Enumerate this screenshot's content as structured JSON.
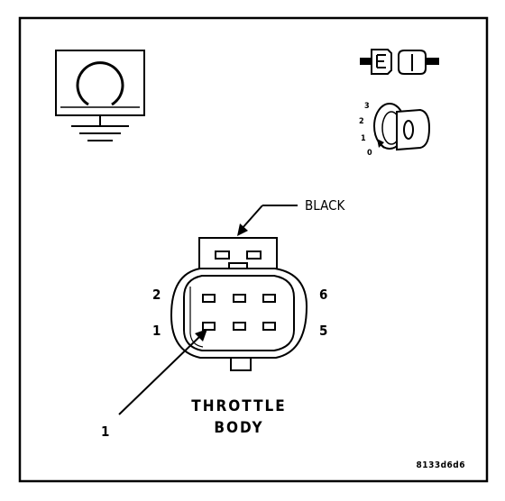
{
  "callout_color": "BLACK",
  "pins": {
    "p1": "1",
    "p2": "2",
    "p5": "5",
    "p6": "6"
  },
  "title_line1": "THROTTLE",
  "title_line2": "BODY",
  "callout_1": "1",
  "key_positions": {
    "k3": "3",
    "k2": "2",
    "k1": "1",
    "k0": "0"
  },
  "figure_code": "8133d6d6",
  "colors": {
    "line": "#000000",
    "background": "#ffffff"
  },
  "icons": [
    "oscilloscope-ground-icon",
    "connector-disconnect-icon",
    "ignition-key-icon",
    "connector-face-icon"
  ]
}
